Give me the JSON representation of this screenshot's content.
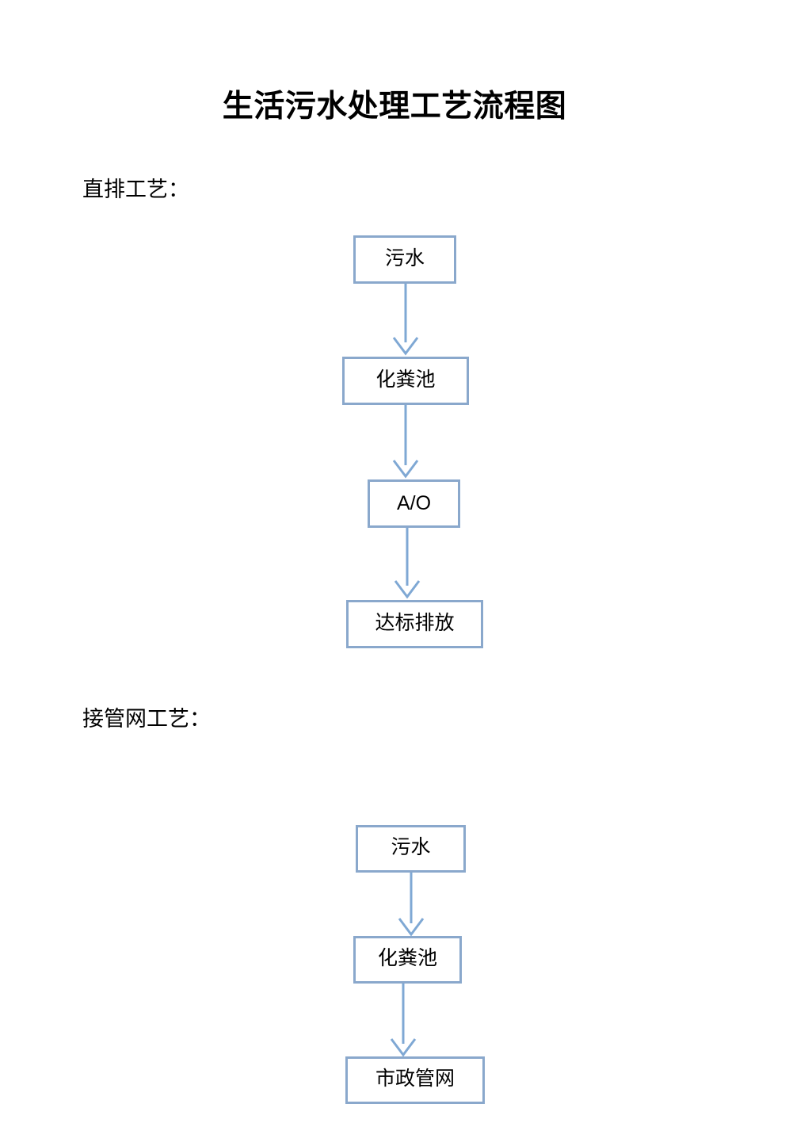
{
  "document": {
    "title": "生活污水处理工艺流程图",
    "page_background": "#ffffff",
    "box_border_color": "#8AA8CC",
    "arrow_color": "#7FA8D4",
    "text_color": "#000000"
  },
  "sections": [
    {
      "id": "direct-discharge",
      "label": "直排工艺："
    },
    {
      "id": "pipe-network",
      "label": "接管网工艺："
    }
  ],
  "charts": [
    {
      "id": "chart-direct-discharge",
      "section_label": "直排工艺：",
      "type": "flowchart",
      "orientation": "vertical",
      "nodes": [
        {
          "id": "n1",
          "label": "污水",
          "script": "han"
        },
        {
          "id": "n2",
          "label": "化粪池",
          "script": "han"
        },
        {
          "id": "n3",
          "label": "A/O",
          "script": "latin"
        },
        {
          "id": "n4",
          "label": "达标排放",
          "script": "han"
        }
      ],
      "edges": [
        {
          "from": "n1",
          "to": "n2",
          "arrow": "down"
        },
        {
          "from": "n2",
          "to": "n3",
          "arrow": "down"
        },
        {
          "from": "n3",
          "to": "n4",
          "arrow": "down"
        }
      ]
    },
    {
      "id": "chart-pipe-network",
      "section_label": "接管网工艺：",
      "type": "flowchart",
      "orientation": "vertical",
      "nodes": [
        {
          "id": "m1",
          "label": "污水",
          "script": "han"
        },
        {
          "id": "m2",
          "label": "化粪池",
          "script": "han"
        },
        {
          "id": "m3",
          "label": "市政管网",
          "script": "han"
        }
      ],
      "edges": [
        {
          "from": "m1",
          "to": "m2",
          "arrow": "down"
        },
        {
          "from": "m2",
          "to": "m3",
          "arrow": "down"
        }
      ]
    }
  ]
}
